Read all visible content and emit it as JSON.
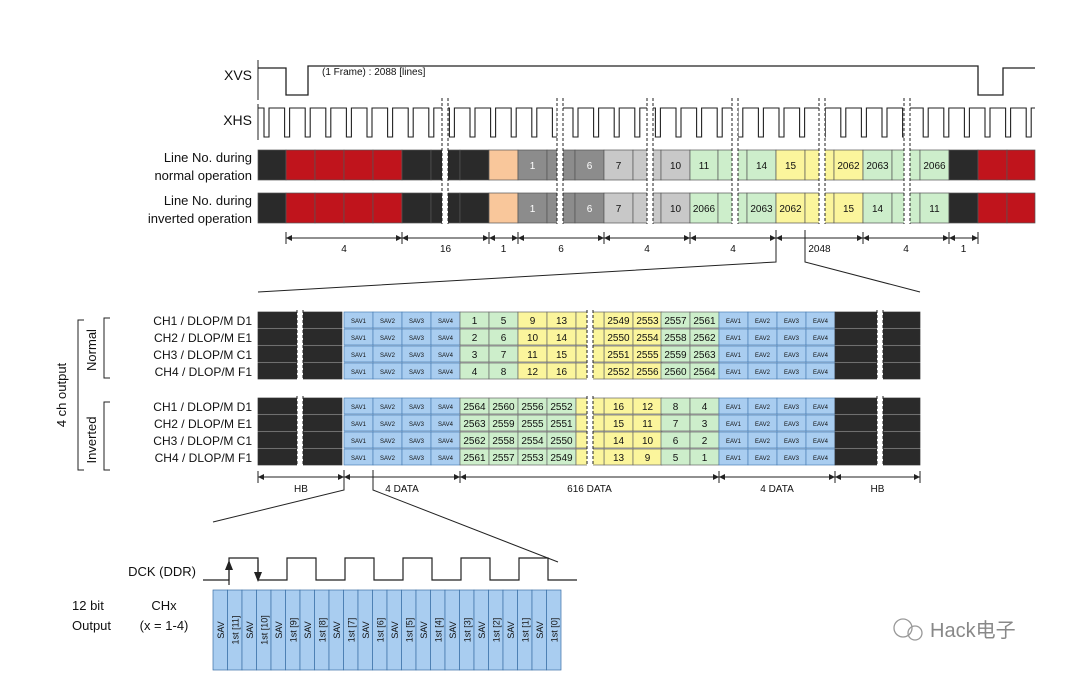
{
  "signals": {
    "xvs": "XVS",
    "xhs": "XHS",
    "frame_note": "(1 Frame) : 2088 [lines]",
    "normal_label": [
      "Line No. during",
      "normal operation"
    ],
    "inverted_label": [
      "Line No. during",
      "inverted operation"
    ]
  },
  "frame_rows": {
    "normal": [
      "1",
      "6",
      "7",
      "10",
      "11",
      "14",
      "15",
      "2062",
      "2063",
      "2066"
    ],
    "inverted": [
      "1",
      "6",
      "7",
      "10",
      "2066",
      "2063",
      "2062",
      "15",
      "14",
      "11"
    ]
  },
  "frame_dims": [
    "4",
    "16",
    "1",
    "6",
    "4",
    "4",
    "2048",
    "4",
    "1"
  ],
  "channels": {
    "group_label": "4 ch output",
    "normal_label": "Normal",
    "inverted_label": "Inverted",
    "names": [
      "CH1 / DLOP/M D1",
      "CH2 / DLOP/M E1",
      "CH3 / DLOP/M C1",
      "CH4 / DLOP/M F1"
    ],
    "sav": [
      "SAV1",
      "SAV2",
      "SAV3",
      "SAV4"
    ],
    "eav": [
      "EAV1",
      "EAV2",
      "EAV3",
      "EAV4"
    ],
    "normal_data": [
      [
        "1",
        "5",
        "9",
        "13",
        "2549",
        "2553",
        "2557",
        "2561"
      ],
      [
        "2",
        "6",
        "10",
        "14",
        "2550",
        "2554",
        "2558",
        "2562"
      ],
      [
        "3",
        "7",
        "11",
        "15",
        "2551",
        "2555",
        "2559",
        "2563"
      ],
      [
        "4",
        "8",
        "12",
        "16",
        "2552",
        "2556",
        "2560",
        "2564"
      ]
    ],
    "inverted_data": [
      [
        "2564",
        "2560",
        "2556",
        "2552",
        "16",
        "12",
        "8",
        "4"
      ],
      [
        "2563",
        "2559",
        "2555",
        "2551",
        "15",
        "11",
        "7",
        "3"
      ],
      [
        "2562",
        "2558",
        "2554",
        "2550",
        "14",
        "10",
        "6",
        "2"
      ],
      [
        "2561",
        "2557",
        "2553",
        "2549",
        "13",
        "9",
        "5",
        "1"
      ]
    ],
    "dims": [
      "HB",
      "4 DATA",
      "616 DATA",
      "4 DATA",
      "HB"
    ]
  },
  "bits": {
    "dck": "DCK (DDR)",
    "output_label": [
      "12 bit",
      "Output"
    ],
    "chx_label": [
      "CHx",
      "(x = 1-4)"
    ],
    "cells": [
      [
        "SAV"
      ],
      [
        "1st [11]"
      ],
      [
        "SAV"
      ],
      [
        "1st [10]"
      ],
      [
        "SAV"
      ],
      [
        "1st [9]"
      ],
      [
        "SAV"
      ],
      [
        "1st [8]"
      ],
      [
        "SAV"
      ],
      [
        "1st [7]"
      ],
      [
        "SAV"
      ],
      [
        "1st [6]"
      ],
      [
        "SAV"
      ],
      [
        "1st [5]"
      ],
      [
        "SAV"
      ],
      [
        "1st [4]"
      ],
      [
        "SAV"
      ],
      [
        "1st [3]"
      ],
      [
        "SAV"
      ],
      [
        "1st [2]"
      ],
      [
        "SAV"
      ],
      [
        "1st [1]"
      ],
      [
        "SAV"
      ],
      [
        "1st [0]"
      ]
    ]
  },
  "watermark": "Hack电子",
  "colors": {
    "dark": "#2a2a2a",
    "red": "#c0141c",
    "peach": "#f9c79b",
    "gray_dark": "#8c8c8c",
    "gray_light": "#c8c8c8",
    "green": "#cdeecb",
    "yellow": "#fbf59c",
    "blue": "#a9cdf0"
  }
}
